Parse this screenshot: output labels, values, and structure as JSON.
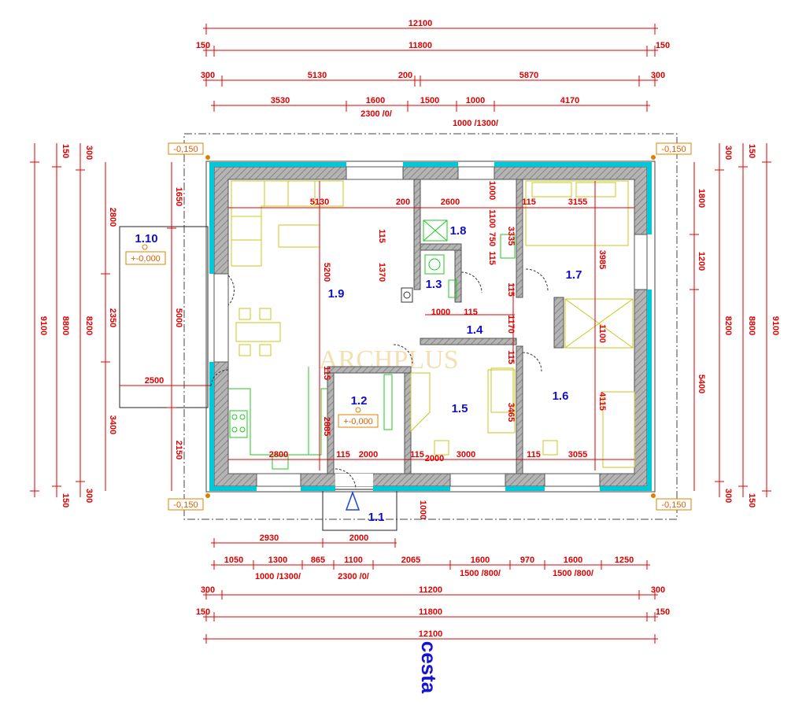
{
  "watermark": "ARCHPLUS",
  "road_label": "cesta",
  "dimensions": {
    "top_1": "12100",
    "top_2": "11800",
    "top_2_l": "150",
    "top_2_r": "150",
    "top_3": [
      "300",
      "5130",
      "200",
      "5870",
      "300"
    ],
    "top_4": [
      "3530",
      "1600",
      "1500",
      "1000",
      "4170"
    ],
    "top_4_sub_1": "2300 /0/",
    "top_4_sub_2": "1000 /1300/",
    "bot_1": [
      "2930",
      "2000"
    ],
    "bot_2": [
      "1050",
      "1300",
      "865",
      "1100",
      "2065",
      "1600",
      "970",
      "1600",
      "1250"
    ],
    "bot_2_sub": [
      "1000 /1300/",
      "2300 /0/",
      "1500 /800/",
      "1500 /800/"
    ],
    "bot_3": [
      "300",
      "11200",
      "300"
    ],
    "bot_4": [
      "150",
      "11800",
      "150"
    ],
    "bot_5": "12100",
    "left_outer": [
      "9100",
      "8800",
      "8200"
    ],
    "left_outer_small": [
      "150",
      "300",
      "150",
      "300"
    ],
    "left_inner": [
      "2800",
      "2350",
      "3400"
    ],
    "left_wall": [
      "1650",
      "5000",
      "2150"
    ],
    "left_terrace": "2500",
    "right_outer": [
      "9100",
      "8800",
      "8200"
    ],
    "right_outer_small": [
      "150",
      "300",
      "300",
      "150"
    ],
    "right_inner": [
      "1800",
      "1200",
      "5400"
    ],
    "interior": {
      "d5130": "5130",
      "d200": "200",
      "d2600": "2600",
      "d115a": "115",
      "d3155": "3155",
      "d1000v": "1000",
      "d1100": "1100",
      "d750": "750",
      "d115b": "115",
      "d3335": "3335",
      "d115c": "115",
      "d1370": "1370",
      "d5200": "5200",
      "d3985": "3985",
      "d1000h": "1000",
      "d115d": "115",
      "d1170": "1170",
      "d115e": "115",
      "d1100v": "1100",
      "d115f": "115",
      "d3465": "3465",
      "d4115": "4115",
      "d2885": "2885",
      "d115g": "115",
      "d2800": "2800",
      "d115h": "115",
      "d2000": "2000",
      "d115i": "115",
      "d3000": "3000",
      "d115j": "115",
      "d3055": "3055",
      "d1000b": "1000"
    }
  },
  "levels": {
    "nw": "-0,150",
    "ne": "-0,150",
    "sw": "-0,150",
    "se": "-0,150",
    "terrace": "+-0,000",
    "hall": "+-0,000"
  },
  "rooms": {
    "r110": "1.10",
    "r19": "1.9",
    "r18": "1.8",
    "r13": "1.3",
    "r14": "1.4",
    "r17": "1.7",
    "r12": "1.2",
    "r15": "1.5",
    "r16": "1.6",
    "r11": "1.1"
  },
  "colors": {
    "dimension": "#e00000",
    "wall_fill": "#9a9a9a",
    "insulation": "#00c8d8",
    "furniture": "#c8c81e",
    "room_label": "#1010c8",
    "level_tag": "#e06000"
  }
}
